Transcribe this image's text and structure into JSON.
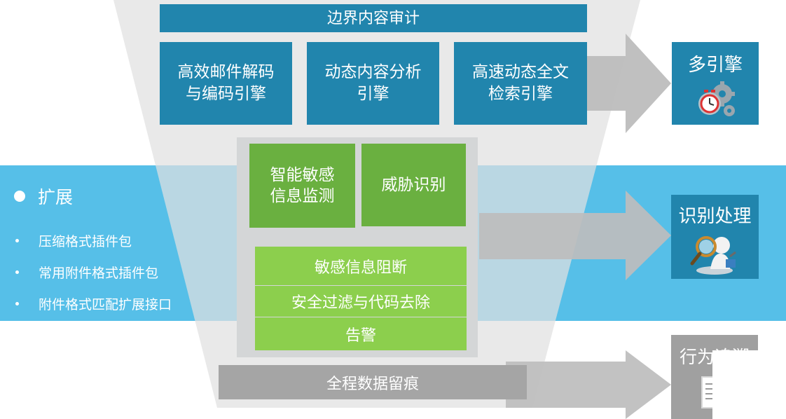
{
  "header": {
    "title": "边界内容审计"
  },
  "engines": [
    {
      "label": "高效邮件解码\n与编码引擎"
    },
    {
      "label": "动态内容分析\n引擎"
    },
    {
      "label": "高速动态全文\n检索引擎"
    }
  ],
  "detection": [
    {
      "label": "智能敏感\n信息监测"
    },
    {
      "label": "威胁识别"
    }
  ],
  "handling": [
    {
      "label": "敏感信息阻断"
    },
    {
      "label": "安全过滤与代码去除"
    },
    {
      "label": "告警"
    }
  ],
  "trace_bar": {
    "label": "全程数据留痕"
  },
  "outcomes": [
    {
      "label": "多引擎",
      "icon": "gears-clock-icon"
    },
    {
      "label": "识别处理",
      "icon": "magnifier-figure-icon"
    },
    {
      "label": "行为追溯",
      "icon": "document-icon"
    }
  ],
  "extension": {
    "title": "扩展",
    "items": [
      "压缩格式插件包",
      "常用附件格式插件包",
      "附件格式匹配扩展接口"
    ]
  },
  "colors": {
    "band": "#56bfe8",
    "blue_box": "#2185ad",
    "green_dark": "#6ab040",
    "green_light": "#8ccf4d",
    "gray_panel": "#d4d6d7",
    "funnel": "#dcdcdc",
    "arrow_gray": "#bdbdbd"
  }
}
